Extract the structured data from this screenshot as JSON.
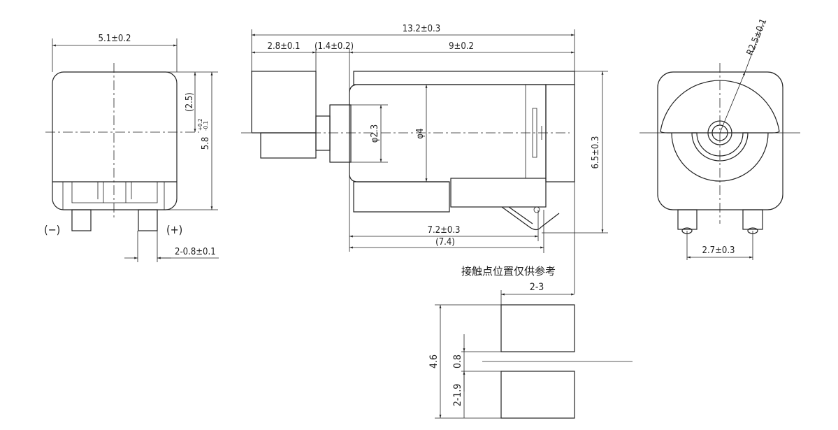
{
  "left_view": {
    "width_dim": "5.1±0.2",
    "half_height_dim": "(2.5)",
    "height_dim": "5.8",
    "height_tol_plus": "+0.2",
    "height_tol_minus": "-0.1",
    "negative_label": "(−)",
    "positive_label": "(+)",
    "pin_width_dim": "2-0.8±0.1"
  },
  "side_view": {
    "total_length_dim": "13.2±0.3",
    "cap_length_dim": "2.8±0.1",
    "shaft_gap_dim": "(1.4±0.2)",
    "body_length_dim": "9±0.2",
    "shaft_dia_dim": "φ2.3",
    "can_dia_dim": "φ4",
    "height_dim": "6.5±0.3",
    "contact_dim": "7.2±0.3",
    "contact_ref_dim": "(7.4)"
  },
  "contact_detail": {
    "note": "接触点位置仅供参考",
    "pad_width_dim": "2-3",
    "total_dim": "4.6",
    "gap_dim": "0.8",
    "pad_height_dim": "2-1.9"
  },
  "end_view": {
    "radius_dim": "R2.5±0.1",
    "pin_pitch_dim": "2.7±0.3"
  }
}
